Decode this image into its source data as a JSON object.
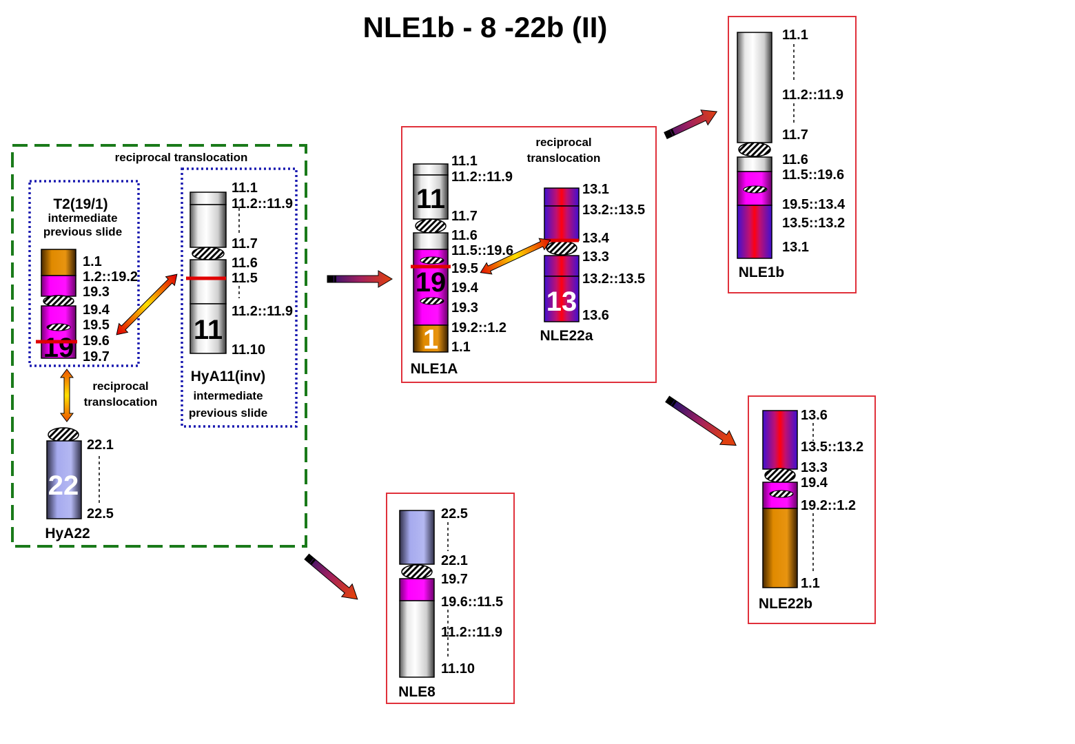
{
  "title": "NLE1b - 8 -22b (II)",
  "notes": {
    "recip_top": "reciprocal translocation",
    "recip_left_1": "reciprocal",
    "recip_left_2": "translocation",
    "recip_mid_1": "reciprocal",
    "recip_mid_2": "translocation",
    "intermediate_1": "intermediate",
    "previous_1": "previous slide",
    "intermediate_2": "intermediate",
    "previous_2": "previous slide"
  },
  "chromosomes": {
    "t2": {
      "name": "T2(19/1)",
      "labels": [
        "1.1",
        "1.2::19.2",
        "19.3",
        "19.4",
        "19.5",
        "19.6",
        "19.7"
      ],
      "number": "19"
    },
    "hya11": {
      "name": "HyA11(inv)",
      "labels": [
        "11.1",
        "11.2::11.9",
        "11.7",
        "11.6",
        "11.5",
        "11.2::11.9",
        "11.10"
      ],
      "number": "11"
    },
    "hya22": {
      "name": "HyA22",
      "labels": [
        "22.1",
        "22.5"
      ],
      "number": "22"
    },
    "nle1a": {
      "name": "NLE1A",
      "labels": [
        "11.1",
        "11.2::11.9",
        "11.7",
        "11.6",
        "11.5::19.6",
        "19.5",
        "19.4",
        "19.3",
        "19.2::1.2",
        "1.1"
      ],
      "numbers": [
        "11",
        "19",
        "1"
      ]
    },
    "nle22a": {
      "name": "NLE22a",
      "labels": [
        "13.1",
        "13.2::13.5",
        "13.4",
        "13.3",
        "13.2::13.5",
        "13.6"
      ],
      "number": "13"
    },
    "nle1b": {
      "name": "NLE1b",
      "labels": [
        "11.1",
        "11.2::11.9",
        "11.7",
        "11.6",
        "11.5::19.6",
        "19.5::13.4",
        "13.5::13.2",
        "13.1"
      ]
    },
    "nle22b": {
      "name": "NLE22b",
      "labels": [
        "13.6",
        "13.5::13.2",
        "13.3",
        "19.4",
        "19.2::1.2",
        "1.1"
      ]
    },
    "nle8": {
      "name": "NLE8",
      "labels": [
        "22.5",
        "22.1",
        "19.7",
        "19.6::11.5",
        "11.2::11.9",
        "11.10"
      ]
    }
  },
  "colors": {
    "green_box": "#1a7a1a",
    "blue_box": "#1a1ab0",
    "red_box": "#e0303a",
    "magenta": "#ff00ff",
    "orange": "#e08a00",
    "lavender": "#9aa0e8",
    "breakpoint": "#e00000"
  }
}
